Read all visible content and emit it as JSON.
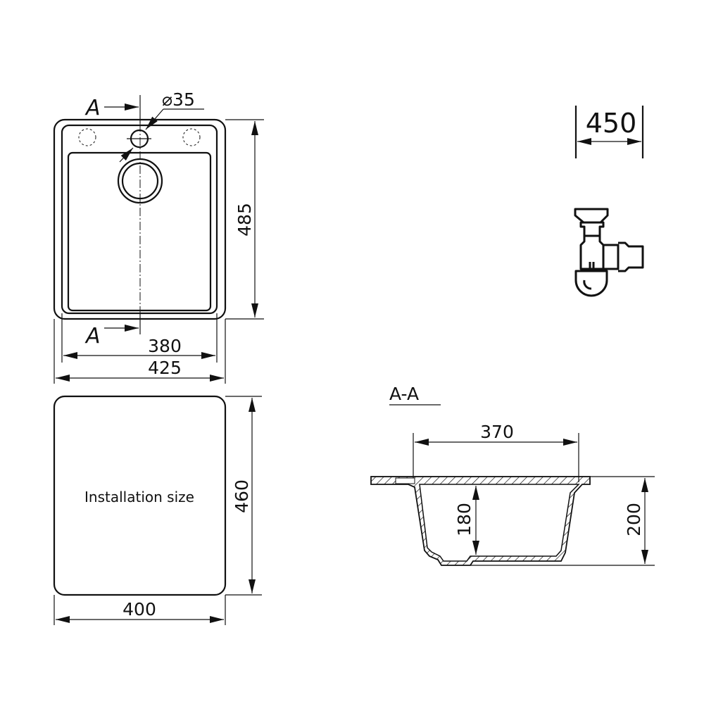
{
  "top_view": {
    "section_marker_top": "A",
    "section_marker_bottom": "A",
    "tap_hole_label": "⌀35",
    "height_dim": "485",
    "inner_width_dim": "380",
    "outer_width_dim": "425"
  },
  "installation": {
    "label": "Installation size",
    "height_dim": "460",
    "width_dim": "400"
  },
  "cabinet": {
    "width_dim": "450",
    "siphon_icon": "siphon-icon"
  },
  "section": {
    "title": "A-A",
    "top_width_dim": "370",
    "inner_depth_dim": "180",
    "total_depth_dim": "200"
  }
}
